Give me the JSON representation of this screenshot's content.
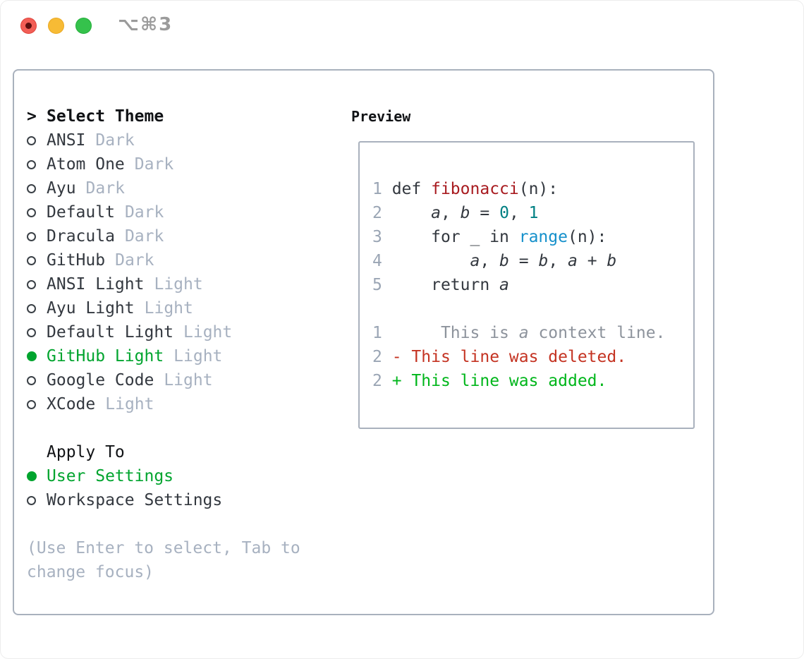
{
  "window": {
    "shortcut_label": "⌥⌘3",
    "traffic_lights": [
      "close",
      "minimize",
      "zoom"
    ]
  },
  "colors": {
    "ink": "#33383f",
    "black": "#111316",
    "tag": "#a7b1c0",
    "help": "#a7b1c0",
    "green": "#00a42e",
    "ring": "#3a4046",
    "border": "#a9b1bd",
    "lineno": "#9aa5b4",
    "func": "#a81b20",
    "num": "#008083",
    "builtin": "#1590cb",
    "ctx": "#8d939c",
    "del": "#c43322",
    "add": "#00b61b",
    "titlebar_ink": "#9b9b9b",
    "tl_red": "#f25e56",
    "tl_red_border": "#e0443c",
    "tl_red_dot": "#5c0f0f",
    "tl_yellow": "#f7bb35",
    "tl_yellow_border": "#eaa923",
    "tl_green": "#35c24c",
    "tl_green_border": "#24ae3a"
  },
  "theme_picker": {
    "prompt": ">",
    "title": "Select Theme",
    "items": [
      {
        "name": "ANSI",
        "tag": "Dark",
        "selected": false
      },
      {
        "name": "Atom One",
        "tag": "Dark",
        "selected": false
      },
      {
        "name": "Ayu",
        "tag": "Dark",
        "selected": false
      },
      {
        "name": "Default",
        "tag": "Dark",
        "selected": false
      },
      {
        "name": "Dracula",
        "tag": "Dark",
        "selected": false
      },
      {
        "name": "GitHub",
        "tag": "Dark",
        "selected": false
      },
      {
        "name": "ANSI Light",
        "tag": "Light",
        "selected": false
      },
      {
        "name": "Ayu Light",
        "tag": "Light",
        "selected": false
      },
      {
        "name": "Default Light",
        "tag": "Light",
        "selected": false
      },
      {
        "name": "GitHub Light",
        "tag": "Light",
        "selected": true
      },
      {
        "name": "Google Code",
        "tag": "Light",
        "selected": false
      },
      {
        "name": "XCode",
        "tag": "Light",
        "selected": false
      }
    ],
    "apply_to": {
      "title": "Apply To",
      "options": [
        {
          "name": "User Settings",
          "selected": true
        },
        {
          "name": "Workspace Settings",
          "selected": false
        }
      ]
    },
    "help_lines": [
      "(Use Enter to select, Tab to",
      "change focus)"
    ]
  },
  "preview": {
    "title": "Preview",
    "lines": [
      [
        {
          "t": "1",
          "c": "lineno"
        },
        {
          "t": " def ",
          "c": "plain"
        },
        {
          "t": "fibonacci",
          "c": "func"
        },
        {
          "t": "(n):",
          "c": "plain"
        }
      ],
      [
        {
          "t": "2",
          "c": "lineno"
        },
        {
          "t": "     ",
          "c": "plain"
        },
        {
          "t": "a",
          "c": "var"
        },
        {
          "t": ", ",
          "c": "plain"
        },
        {
          "t": "b",
          "c": "var"
        },
        {
          "t": " = ",
          "c": "plain"
        },
        {
          "t": "0",
          "c": "num"
        },
        {
          "t": ", ",
          "c": "plain"
        },
        {
          "t": "1",
          "c": "num"
        }
      ],
      [
        {
          "t": "3",
          "c": "lineno"
        },
        {
          "t": "     for _ in ",
          "c": "plain"
        },
        {
          "t": "range",
          "c": "builtin"
        },
        {
          "t": "(n):",
          "c": "plain"
        }
      ],
      [
        {
          "t": "4",
          "c": "lineno"
        },
        {
          "t": "         ",
          "c": "plain"
        },
        {
          "t": "a",
          "c": "var"
        },
        {
          "t": ", ",
          "c": "plain"
        },
        {
          "t": "b",
          "c": "var"
        },
        {
          "t": " = ",
          "c": "plain"
        },
        {
          "t": "b",
          "c": "var"
        },
        {
          "t": ", ",
          "c": "plain"
        },
        {
          "t": "a",
          "c": "var"
        },
        {
          "t": " + ",
          "c": "plain"
        },
        {
          "t": "b",
          "c": "var"
        }
      ],
      [
        {
          "t": "5",
          "c": "lineno"
        },
        {
          "t": "     return ",
          "c": "plain"
        },
        {
          "t": "a",
          "c": "var"
        }
      ],
      [],
      [
        {
          "t": "1",
          "c": "lineno"
        },
        {
          "t": "      This is ",
          "c": "ctx"
        },
        {
          "t": "a",
          "c": "ctxvar"
        },
        {
          "t": " context line.",
          "c": "ctx"
        }
      ],
      [
        {
          "t": "2",
          "c": "lineno"
        },
        {
          "t": " ",
          "c": "plain"
        },
        {
          "t": "- This line was deleted.",
          "c": "del"
        }
      ],
      [
        {
          "t": "2",
          "c": "lineno"
        },
        {
          "t": " ",
          "c": "plain"
        },
        {
          "t": "+ This line was added.",
          "c": "add"
        }
      ]
    ]
  }
}
